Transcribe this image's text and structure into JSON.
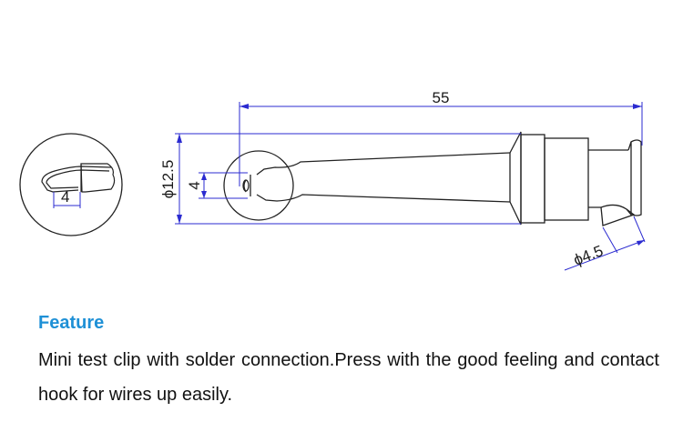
{
  "drawing": {
    "dimensions": {
      "length": "55",
      "diameter": "ϕ12.5",
      "hook_height": "4",
      "detail_width": "4",
      "tip_diameter": "ϕ4.5"
    }
  },
  "feature": {
    "heading": "Feature",
    "description": "Mini test clip with solder connection.Press with the good feeling and contact hook for wires up easily."
  },
  "colors": {
    "dimension_line": "#2b2bd0",
    "outline": "#222222",
    "heading": "#1e90d6"
  }
}
